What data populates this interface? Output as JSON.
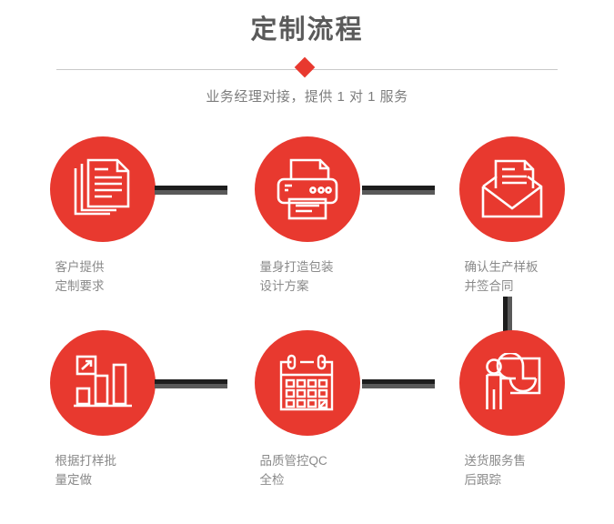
{
  "header": {
    "title": "定制流程",
    "subtitle": "业务经理对接，提供 1 对 1 服务",
    "diamond_icon": "diamond-marker"
  },
  "theme": {
    "accent_red": "#E8392F",
    "title_gray": "#5A5A5A",
    "label_gray": "#8A8A8A",
    "connector_dark": "#1D1D1D",
    "connector_gray": "#595959",
    "divider_gray": "#C9C9C9",
    "background": "#FFFFFF"
  },
  "flow": {
    "rows": [
      {
        "steps": [
          {
            "index": "1",
            "icon": "documents-icon",
            "label": "客户提供\n定制要求"
          },
          {
            "index": "2",
            "icon": "printer-icon",
            "label": "量身打造包装\n设计方案"
          },
          {
            "index": "3",
            "icon": "envelope-letter-icon",
            "label": "确认生产样板\n并签合同"
          }
        ]
      },
      {
        "steps": [
          {
            "index": "4",
            "icon": "bar-chart-growth-icon",
            "label": "根据打样批\n量定做"
          },
          {
            "index": "5",
            "icon": "calendar-icon",
            "label": "品质管控QC\n全检"
          },
          {
            "index": "6",
            "icon": "presentation-person-icon",
            "label": "送货服务售\n后跟踪"
          }
        ]
      }
    ],
    "connectors": {
      "horizontal_icon": "arrow-connector-horizontal",
      "vertical_icon": "arrow-connector-vertical"
    }
  }
}
